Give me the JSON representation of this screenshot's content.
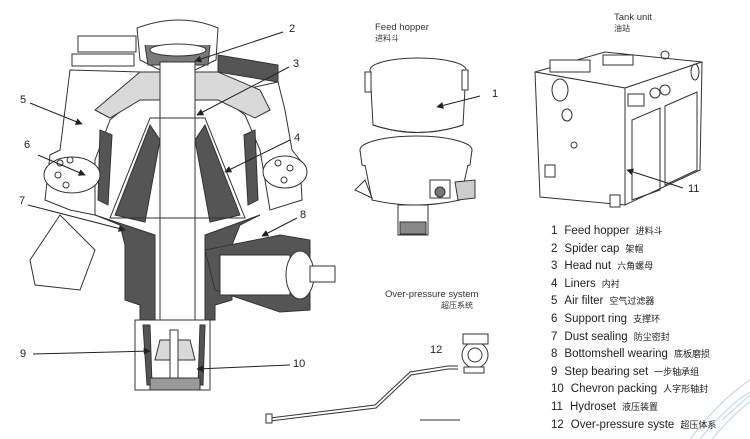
{
  "figure": {
    "subject": "Cone crusher components diagram",
    "sections": {
      "feed_hopper": {
        "title_en": "Feed hopper",
        "title_zh": "进料斗"
      },
      "tank_unit": {
        "title_en": "Tank unit",
        "title_zh": "油站"
      },
      "over_pressure": {
        "title_en": "Over-pressure system",
        "title_zh": "超压系统"
      }
    },
    "callouts": [
      "1",
      "2",
      "3",
      "4",
      "5",
      "6",
      "7",
      "8",
      "9",
      "10",
      "11",
      "12"
    ],
    "legend": [
      {
        "num": "1",
        "en": "Feed hopper",
        "zh": "进料斗"
      },
      {
        "num": "2",
        "en": "Spider cap",
        "zh": "架帽"
      },
      {
        "num": "3",
        "en": "Head nut",
        "zh": "六角螺母"
      },
      {
        "num": "4",
        "en": "Liners",
        "zh": "内衬"
      },
      {
        "num": "5",
        "en": "Air filter",
        "zh": "空气过滤器"
      },
      {
        "num": "6",
        "en": "Support ring",
        "zh": "支撑环"
      },
      {
        "num": "7",
        "en": "Dust sealing",
        "zh": "防尘密封"
      },
      {
        "num": "8",
        "en": "Bottomshell wearing",
        "zh": "底板磨损"
      },
      {
        "num": "9",
        "en": "Step bearing set",
        "zh": "一步轴承组"
      },
      {
        "num": "10",
        "en": "Chevron packing",
        "zh": "人字形轴封"
      },
      {
        "num": "11",
        "en": "Hydroset",
        "zh": "液压装置"
      },
      {
        "num": "12",
        "en": "Over-pressure syste",
        "zh": "超压体系"
      }
    ],
    "colors": {
      "line": "#333333",
      "dark_fill": "#555555",
      "light_fill": "#d9d9d9",
      "accent_swoosh": "#b8cfe8"
    }
  }
}
